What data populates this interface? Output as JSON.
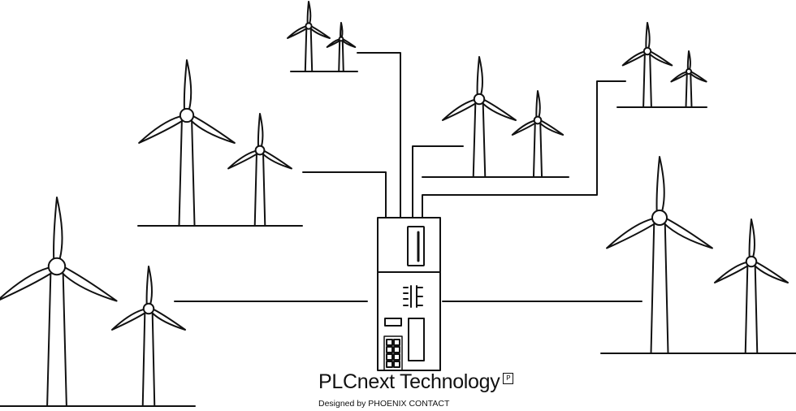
{
  "brand": {
    "title": "PLCnext Technology",
    "subtitle": "Designed by PHOENIX CONTACT",
    "logo_mark": "P"
  },
  "colors": {
    "line": "#111111",
    "background": "#ffffff"
  }
}
